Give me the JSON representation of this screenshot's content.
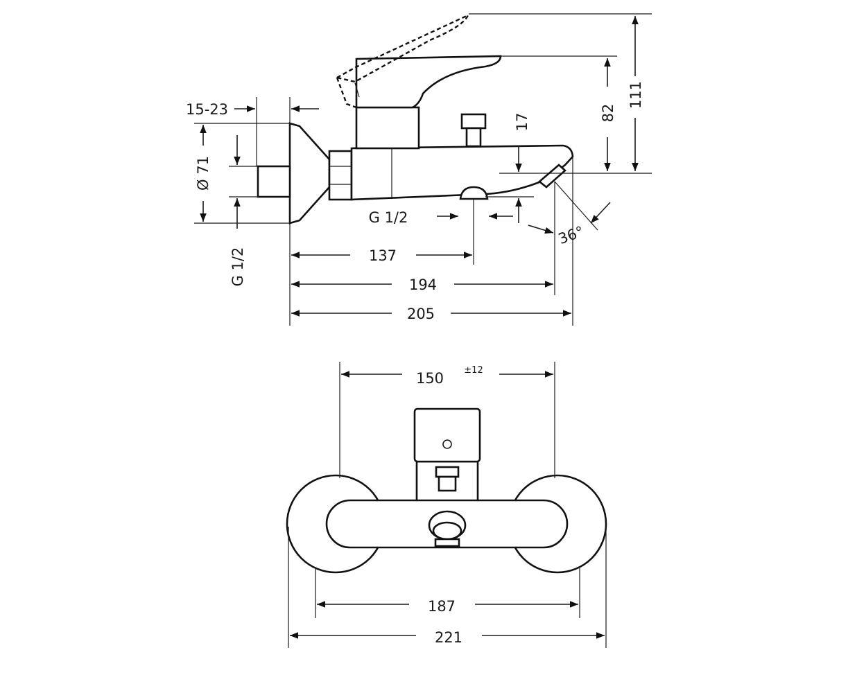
{
  "side_view": {
    "labels": {
      "wall_thickness": "15-23",
      "flange_diameter": "Ø 71",
      "inlet_thread": "G 1/2",
      "outlet_thread": "G 1/2",
      "outlet_height": "17",
      "spout_height": "82",
      "total_height": "111",
      "spout_angle": "36°",
      "to_outlet": "137",
      "to_spout_tip": "194",
      "total_depth": "205"
    }
  },
  "front_view": {
    "labels": {
      "centre_distance": "150",
      "centre_tolerance": "±12",
      "flange_span": "187",
      "total_width": "221"
    }
  }
}
